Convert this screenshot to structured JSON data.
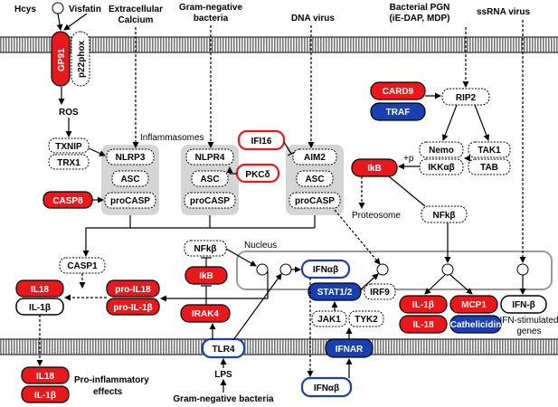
{
  "stimuli": {
    "hcys": "Hcys",
    "visfatin": "Visfatin",
    "extracellular_calcium": "Extracellular\nCalcium",
    "gram_neg_top": "Gram-negative\nbacteria",
    "dna_virus": "DNA virus",
    "bacterial_pgn": "Bacterial PGN\n(iE-DAP, MDP)",
    "ssrna_virus": "ssRNA virus",
    "lps": "LPS",
    "gram_neg_bottom": "Gram-negative bacteria"
  },
  "nodes": {
    "gp91": "GP91",
    "p22phox": "p22phox",
    "ros": "ROS",
    "txnip": "TXNIP",
    "trx1": "TRX1",
    "inflammasomes": "Inflammasomes",
    "nlrp3": "NLRP3",
    "asc1": "ASC",
    "procasp1": "proCASP",
    "casp8": "CASP8",
    "nlpr4": "NLPR4",
    "asc2": "ASC",
    "procasp2": "proCASP",
    "ifi16": "IFI16",
    "pkcd": "PKCδ",
    "aim2": "AIM2",
    "asc3": "ASC",
    "procasp3": "proCASP",
    "card9": "CARD9",
    "traf": "TRAF",
    "rip2": "RIP2",
    "nemo": "Nemo",
    "ikkb": "IKKαβ",
    "tak1": "TAK1",
    "tab": "TAB",
    "plus_p": "+p",
    "ikb_right": "IkB",
    "proteosome": "Proteosome",
    "nfkb_right": "NFkβ",
    "casp1": "CASP1",
    "il18_a": "IL18",
    "il1b_a": "IL-1β",
    "pro_il18": "pro-IL18",
    "pro_il1b": "pro-IL-1β",
    "nfkb_left": "NFkβ",
    "ikb_left": "IkB",
    "irak4": "IRAK4",
    "nucleus": "Nucleus",
    "ifnab_nuc": "IFNαβ",
    "stat12": "STAT1/2",
    "irf9": "IRF9",
    "jak1": "JAK1",
    "tyk2": "TYK2",
    "il1b_b": "IL-1β",
    "mcp1": "MCP1",
    "ifnb": "IFN-β",
    "il18_b": "IL-18",
    "cathelicidin": "Cathelicidin",
    "ifn_stim": "IFN-stimulated\ngenes",
    "tlr4": "TLR4",
    "ifnar": "IFNAR",
    "ifnab_out": "IFNαβ",
    "il18_c": "IL18",
    "il1b_c": "IL-1β",
    "pro_inflam": "Pro-inflammatory\neffects"
  },
  "colors": {
    "red": "#e8191c",
    "blue": "#1a3fb0",
    "membrane": "#888888",
    "gray_fill": "#d8d8d8"
  }
}
